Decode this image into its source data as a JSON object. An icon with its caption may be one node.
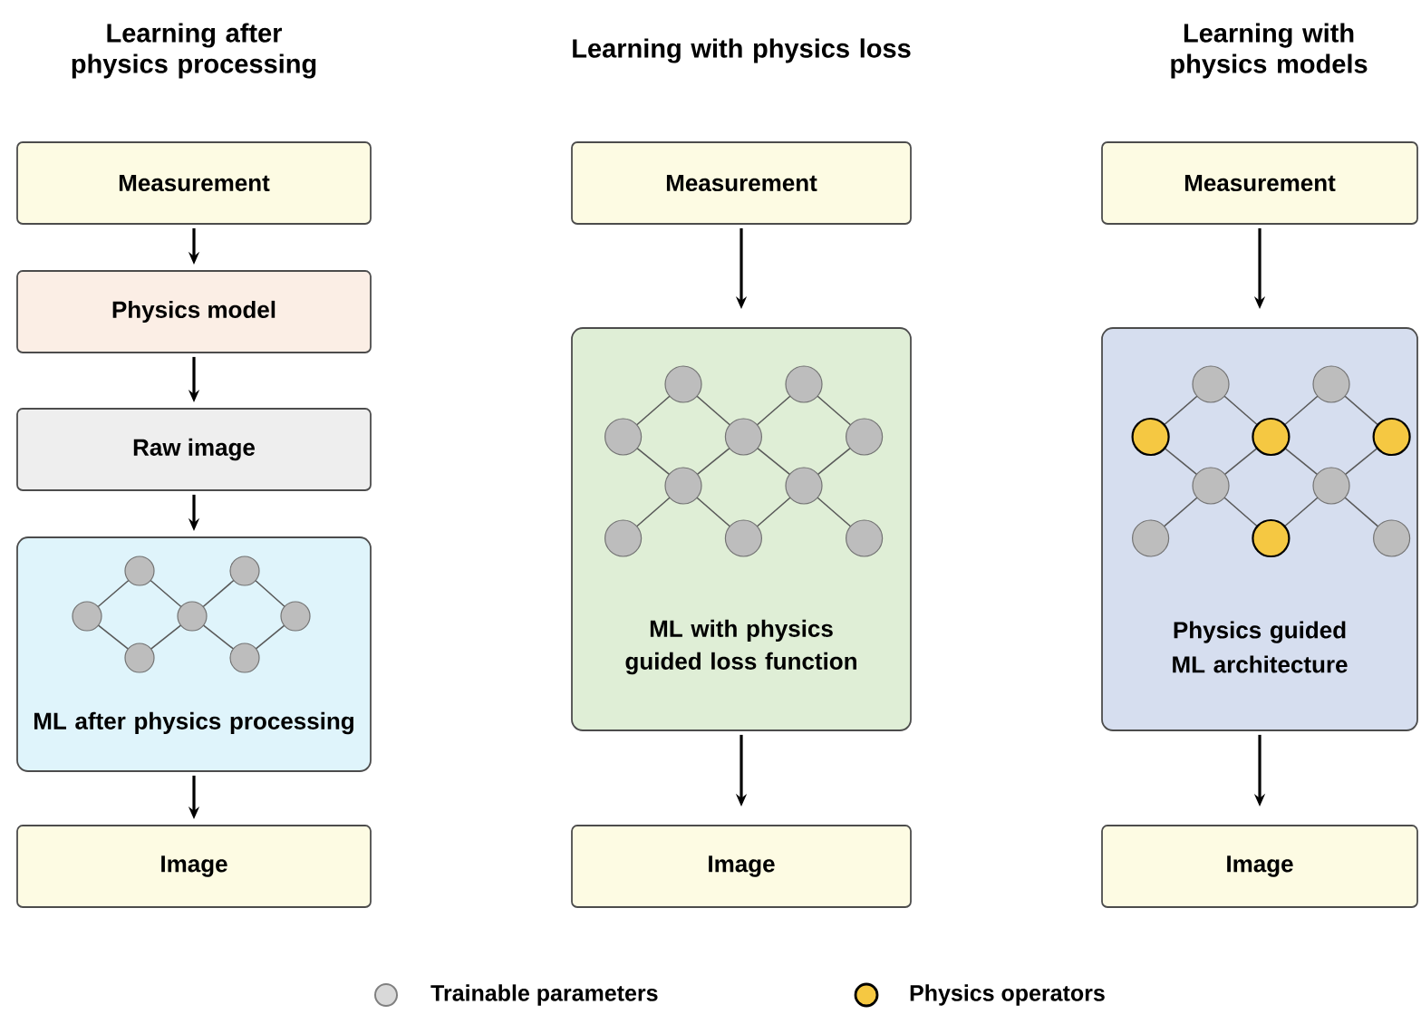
{
  "diagram": {
    "nodes": [
      {
        "text": [
          "Measurement"
        ]
      },
      {
        "text": [
          "Physics model"
        ]
      },
      {
        "text": [
          "Raw image"
        ]
      },
      {
        "text": [
          "ML after physics processing"
        ]
      },
      {
        "text": [
          "Image"
        ]
      },
      {
        "text": [
          "Measurement"
        ]
      },
      {
        "text": [
          "ML with physics guided loss function"
        ]
      },
      {
        "text": [
          "Image"
        ]
      },
      {
        "text": [
          "Measurement"
        ]
      },
      {
        "text": [
          "Physics guided ML architecture"
        ]
      },
      {
        "text": [
          "Image"
        ]
      }
    ],
    "edges": [
      {
        "from": 0,
        "to": 1,
        "arrow": "to"
      },
      {
        "from": 1,
        "to": 2,
        "arrow": "to"
      },
      {
        "from": 2,
        "to": 3,
        "arrow": "to"
      },
      {
        "from": 3,
        "to": 4,
        "arrow": "to"
      },
      {
        "from": 5,
        "to": 6,
        "arrow": "to"
      },
      {
        "from": 6,
        "to": 7,
        "arrow": "to"
      },
      {
        "from": 8,
        "to": 9,
        "arrow": "to"
      },
      {
        "from": 9,
        "to": 10,
        "arrow": "to"
      }
    ],
    "labels": [
      "Learning after physics processing",
      "Learning with physics loss",
      "Learning with physics models"
    ],
    "legend": [
      {
        "text": "Trainable parameters",
        "color": "#d9d9d9"
      },
      {
        "text": "Physics operators",
        "color": "#f5c842"
      }
    ]
  }
}
